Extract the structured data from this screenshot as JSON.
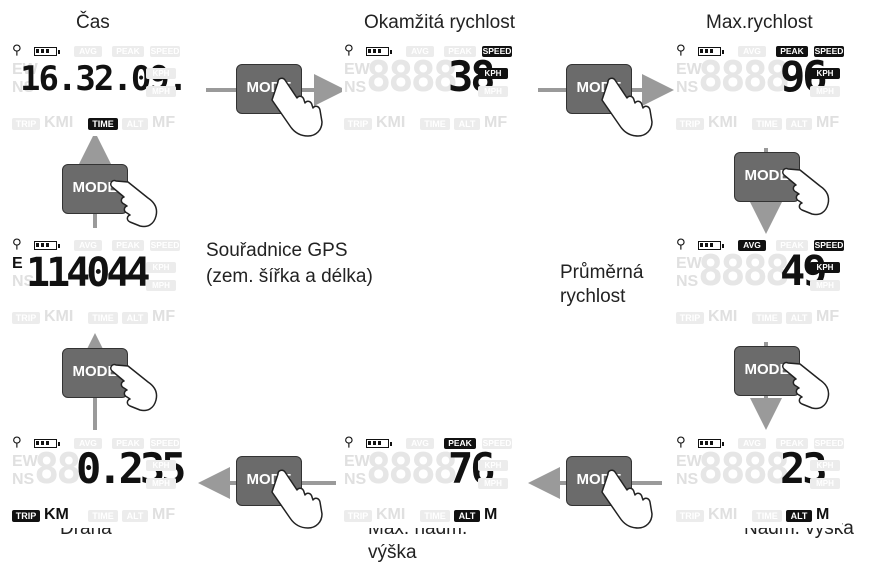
{
  "labels": {
    "cas": "Čas",
    "okamzita": "Okamžitá rychlost",
    "max": "Max.rychlost",
    "gps_1": "Souřadnice GPS",
    "gps_2": "(zem. šířka a délka)",
    "prum_1": "Průměrná",
    "prum_2": "rychlost",
    "nadm": "Nadm. výška",
    "maxnadm_1": "Max. nadm.",
    "maxnadm_2": "výška",
    "draha": "Dráha"
  },
  "button_label": "MODE",
  "lcd_labels": {
    "avg": "AVG",
    "peak": "PEAK",
    "speed": "SPEED",
    "kph": "KPH",
    "mph": "MPH",
    "trip": "TRIP",
    "kmi": "KMI",
    "km": "KM",
    "time": "TIME",
    "alt": "ALT",
    "mf": "MF",
    "m": "M",
    "ew": "EW",
    "ns": "NS",
    "e": "E"
  },
  "displays": {
    "cas": "16.32.09.",
    "okamzita": "38",
    "max": "96",
    "gps": "114044",
    "prum": "49",
    "nadm": "23",
    "maxnadm": "76",
    "draha": "0.235"
  },
  "icons": [
    "satellite-icon",
    "battery-icon",
    "hand-pointer-icon",
    "arrow-right-icon",
    "arrow-down-icon",
    "arrow-up-icon",
    "arrow-left-icon"
  ],
  "colors": {
    "button": "#6b6b6b",
    "arrow": "#9a9a9a",
    "segment_on": "#111111",
    "segment_off": "#e6e6e6"
  }
}
